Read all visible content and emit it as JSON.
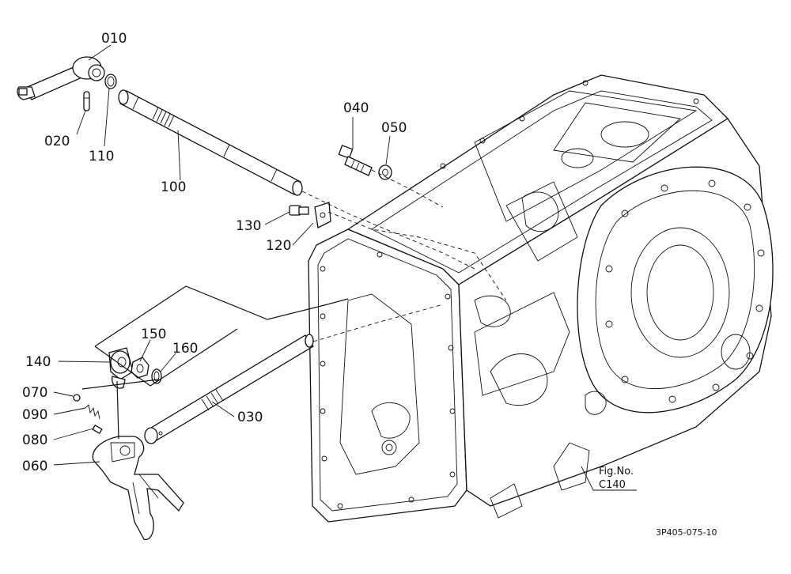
{
  "callouts": {
    "p010": "010",
    "p020": "020",
    "p110": "110",
    "p100": "100",
    "p040": "040",
    "p050": "050",
    "p130": "130",
    "p120": "120",
    "p140": "140",
    "p150": "150",
    "p160": "160",
    "p070": "070",
    "p090": "090",
    "p080": "080",
    "p060": "060",
    "p030": "030"
  },
  "figure_ref": {
    "label": "Fig.No.",
    "number": "C140"
  },
  "drawing_code": "3P405-075-10"
}
